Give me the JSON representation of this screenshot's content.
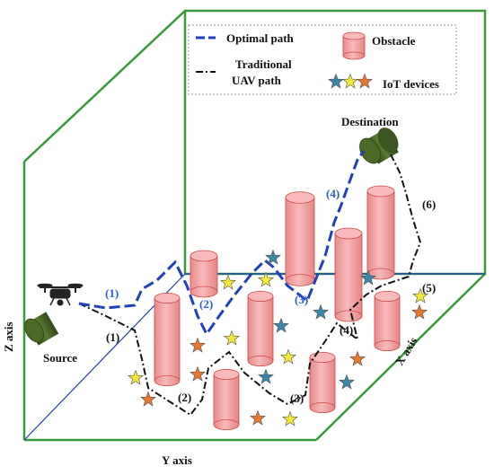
{
  "legend": {
    "optimal_path": "Optimal path",
    "traditional_path_line1": "Traditional",
    "traditional_path_line2": "UAV path",
    "obstacle": "Obstacle",
    "iot_devices": "IoT devices"
  },
  "labels": {
    "destination": "Destination",
    "source": "Source",
    "z_axis": "Z axis",
    "y_axis": "Y axis",
    "x_axis": "X axis"
  },
  "optimal_path_segment_labels": [
    "(1)",
    "(2)",
    "(3)",
    "(4)"
  ],
  "traditional_path_segment_labels": [
    "(1)",
    "(2)",
    "(3)",
    "(4)",
    "(5)",
    "(6)"
  ],
  "colors": {
    "frame": "#3a9a3a",
    "axis_line": "#1f3fbf",
    "optimal_path": "#1f3fbf",
    "traditional_path": "#111111",
    "obstacle_fill": "#f3a0a0",
    "obstacle_top": "#f7b9b9",
    "obstacle_stroke": "#d04848",
    "cylinder_dark": "#3f5a22",
    "star_blue": "#3c87a8",
    "star_yellow": "#f2e83c",
    "star_orange": "#e7782e"
  },
  "icons": [
    "drone-icon",
    "star-icon",
    "cylinder-icon"
  ]
}
